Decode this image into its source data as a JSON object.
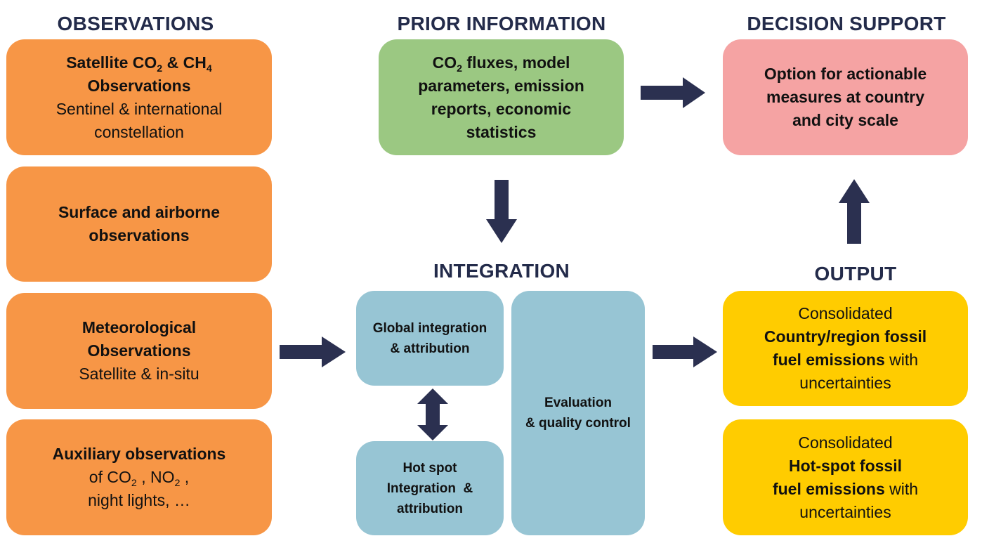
{
  "headings": {
    "observations": "OBSERVATIONS",
    "prior_information": "PRIOR INFORMATION",
    "decision_support": "DECISION SUPPORT",
    "integration": "INTEGRATION",
    "output": "OUTPUT"
  },
  "observations": {
    "satellite": {
      "line1_a": "Satellite CO",
      "sub_co2": "2",
      "line1_b": " & CH",
      "sub_ch4": "4",
      "line2": "Observations",
      "line3": "Sentinel & international",
      "line4": "constellation"
    },
    "surface": {
      "line1": "Surface and airborne",
      "line2": "observations"
    },
    "meteorological": {
      "line1": "Meteorological",
      "line2": "Observations",
      "line3": "Satellite & in-situ"
    },
    "auxiliary": {
      "line1": "Auxiliary observations",
      "line2_a": "of CO",
      "sub_co2": "2",
      "line2_b": " , NO",
      "sub_no2": "2",
      "line2_c": " ,",
      "line3": "night lights, …"
    }
  },
  "prior": {
    "line1_a": "CO",
    "sub_co2": "2",
    "line1_b": " fluxes, model",
    "line2": "parameters, emission",
    "line3": "reports, economic",
    "line4": "statistics"
  },
  "decision": {
    "line1": "Option for actionable",
    "line2": "measures at country",
    "line3": "and city scale"
  },
  "integration": {
    "global": {
      "line1": "Global integration",
      "line2": "& attribution"
    },
    "hotspot": {
      "line1": "Hot spot",
      "line2": "Integration  &",
      "line3": "attribution"
    },
    "evaluation": {
      "line1": "Evaluation",
      "line2": "& quality control"
    }
  },
  "output": {
    "country": {
      "line1": "Consolidated",
      "line2": "Country/region fossil",
      "line3_bold": "fuel emissions",
      "line3_rest": " with",
      "line4": "uncertainties"
    },
    "hotspot": {
      "line1": "Consolidated",
      "line2": "Hot-spot fossil",
      "line3_bold": "fuel emissions",
      "line3_rest": " with",
      "line4": "uncertainties"
    }
  },
  "colors": {
    "heading_text": "#232b4a",
    "observations_box": "#f79646",
    "prior_box": "#9bc882",
    "decision_box": "#f5a3a3",
    "integration_box": "#97c5d4",
    "output_box": "#ffcc00",
    "arrow": "#2b3050"
  }
}
